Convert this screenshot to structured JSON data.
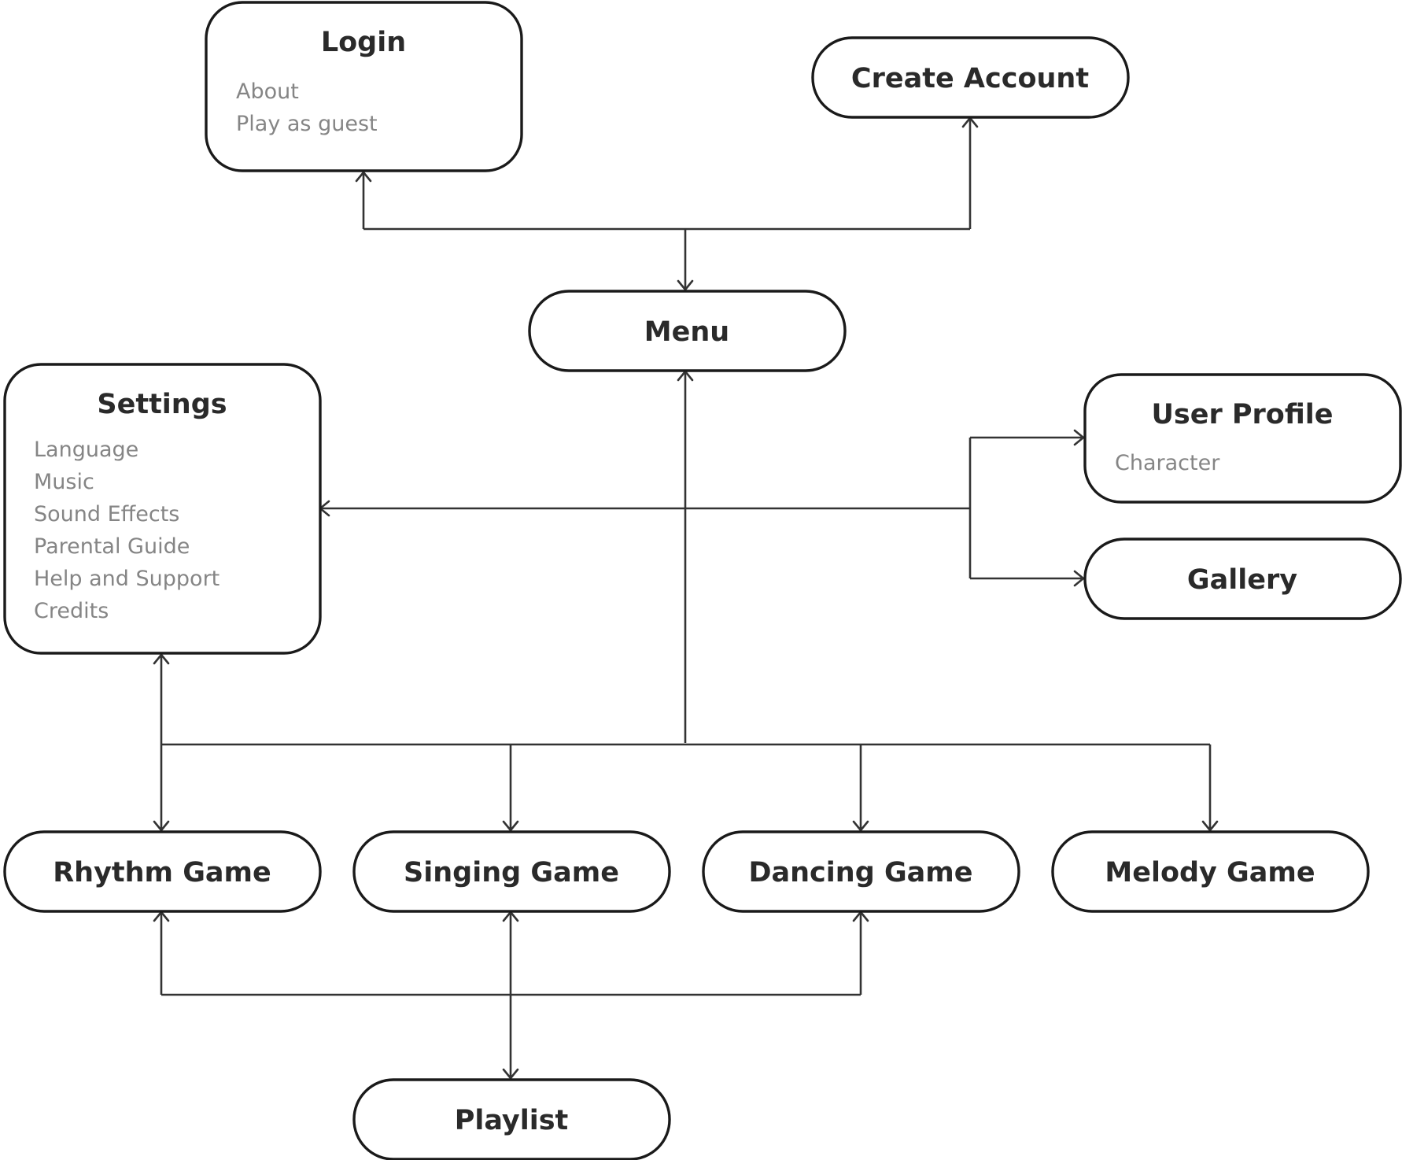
{
  "nodes": {
    "login": {
      "title": "Login",
      "items": [
        "About",
        "Play as guest"
      ]
    },
    "create_account": {
      "title": "Create Account",
      "items": []
    },
    "menu": {
      "title": "Menu",
      "items": []
    },
    "settings": {
      "title": "Settings",
      "items": [
        "Language",
        "Music",
        "Sound Effects",
        "Parental Guide",
        "Help and Support",
        "Credits"
      ]
    },
    "user_profile": {
      "title": "User Profile",
      "items": [
        "Character"
      ]
    },
    "gallery": {
      "title": "Gallery",
      "items": []
    },
    "rhythm_game": {
      "title": "Rhythm Game",
      "items": []
    },
    "singing_game": {
      "title": "Singing Game",
      "items": []
    },
    "dancing_game": {
      "title": "Dancing Game",
      "items": []
    },
    "melody_game": {
      "title": "Melody Game",
      "items": []
    },
    "playlist": {
      "title": "Playlist",
      "items": []
    }
  }
}
